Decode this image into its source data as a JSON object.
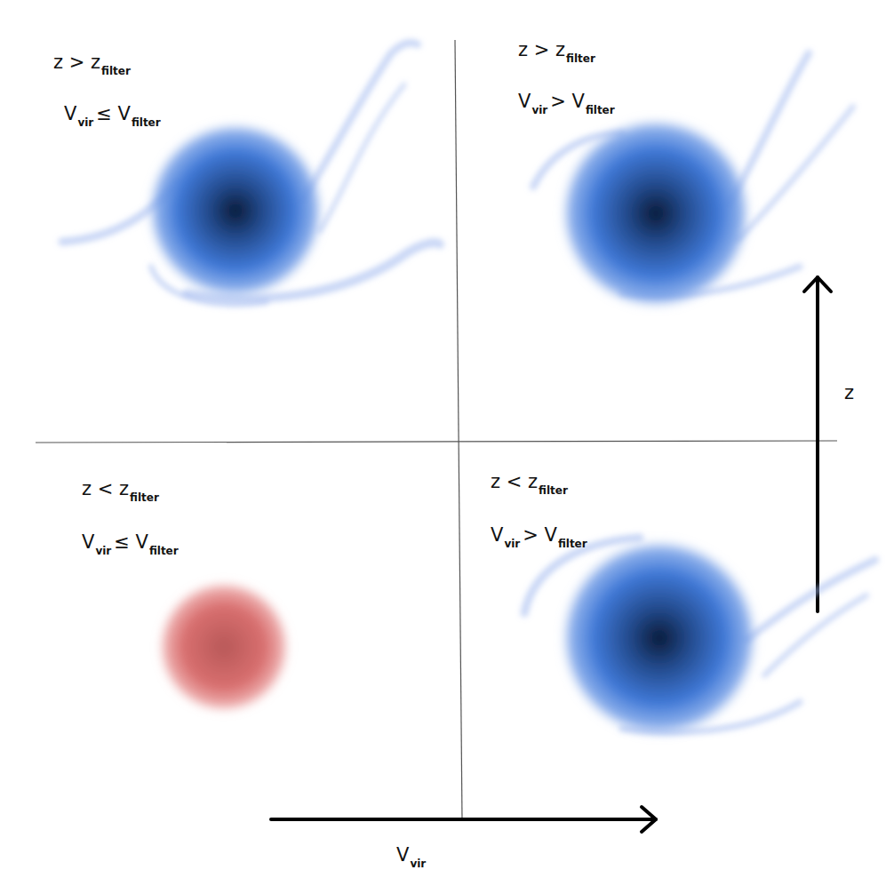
{
  "diagram": {
    "labels": [
      "z > z",
      "filter",
      "V",
      "vir",
      "≤ V",
      "filter",
      "z > z",
      "filter",
      "V",
      "vir",
      "> V",
      "filter",
      "z < z",
      "filter",
      "V",
      "vir",
      "≤ V",
      "filter",
      "z < z",
      "filter",
      "V",
      "vir",
      "> V",
      "filter",
      "z",
      "V",
      "vir"
    ]
  }
}
